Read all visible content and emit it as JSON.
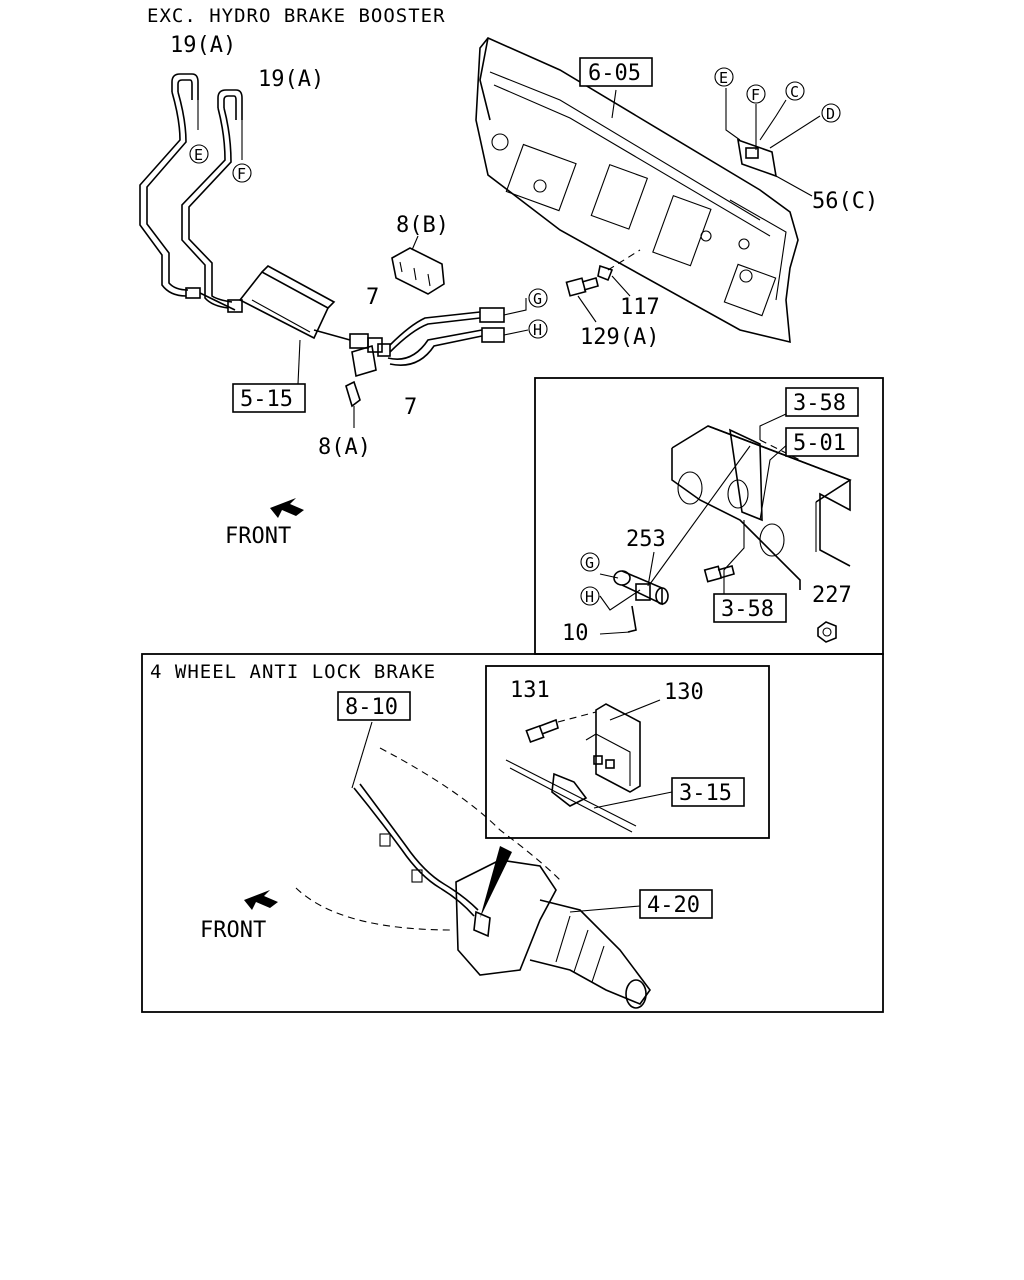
{
  "sections": {
    "top_header": "EXC. HYDRO BRAKE BOOSTER",
    "abs_header": "4 WHEEL ANTI LOCK BRAKE"
  },
  "front_labels": {
    "top": "FRONT",
    "bottom": "FRONT"
  },
  "ref_boxes": {
    "r605": "6-05",
    "r515": "5-15",
    "r358a": "3-58",
    "r501": "5-01",
    "r358b": "3-58",
    "r810": "8-10",
    "r315": "3-15",
    "r420": "4-20"
  },
  "part_numbers": {
    "p19a_1": "19(A)",
    "p19a_2": "19(A)",
    "p8b": "8(B)",
    "p7_top": "7",
    "p7_bottom": "7",
    "p8a": "8(A)",
    "p117": "117",
    "p129a": "129(A)",
    "p56c": "56(C)",
    "p253": "253",
    "p10": "10",
    "p227": "227",
    "p131": "131",
    "p130": "130"
  },
  "circle_letters": {
    "e1": "E",
    "f1": "F",
    "g1": "G",
    "h1": "H",
    "e2": "E",
    "f2": "F",
    "c": "C",
    "d": "D",
    "g2": "G",
    "h2": "H"
  }
}
